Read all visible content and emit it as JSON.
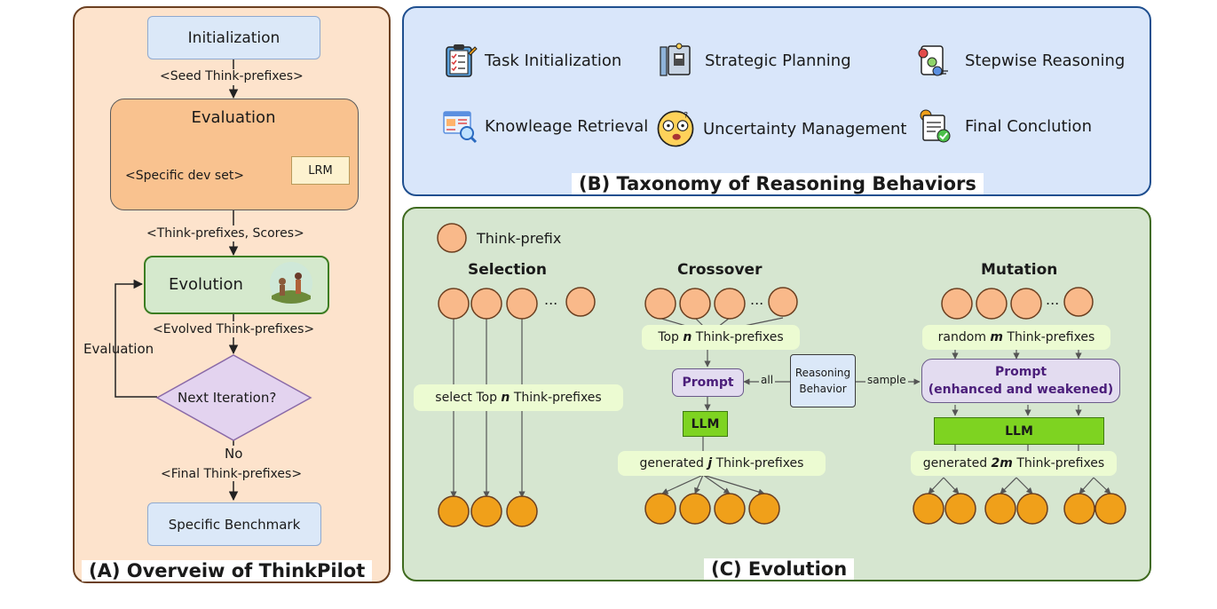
{
  "panel_a": {
    "title": "(A) Overveiw of ThinkPilot",
    "initialization": "Initialization",
    "seed_label": "<Seed Think-prefixes>",
    "evaluation_title": "Evaluation",
    "dev_set": "<Specific dev set>",
    "lrm": "LRM",
    "prefix_scores": "<Think-prefixes, Scores>",
    "evolution": "Evolution",
    "evolved_label": "<Evolved Think-prefixes>",
    "loop_label": "Evaluation",
    "decision": "Next Iteration?",
    "no_label": "No",
    "final_label": "<Final Think-prefixes>",
    "benchmark": "Specific Benchmark"
  },
  "panel_b": {
    "title": "(B) Taxonomy of Reasoning Behaviors",
    "items": [
      {
        "label": "Task Initialization",
        "icon": "clipboard-checklist-icon"
      },
      {
        "label": "Strategic Planning",
        "icon": "planning-board-icon"
      },
      {
        "label": "Stepwise Reasoning",
        "icon": "numbered-steps-icon"
      },
      {
        "label": "Knowleage Retrieval",
        "icon": "search-document-icon"
      },
      {
        "label": "Uncertainty Management",
        "icon": "confused-face-icon"
      },
      {
        "label": "Final Conclution",
        "icon": "approved-document-icon"
      }
    ]
  },
  "panel_c": {
    "title": "(C) Evolution",
    "legend": "Think-prefix",
    "selection": {
      "title": "Selection",
      "ellipsis": "...",
      "select_pre": "select Top ",
      "select_var": "n",
      "select_post": " Think-prefixes"
    },
    "crossover": {
      "title": "Crossover",
      "ellipsis": "...",
      "top_pre": "Top ",
      "top_var": "n",
      "top_post": " Think-prefixes",
      "prompt": "Prompt",
      "llm": "LLM",
      "gen_pre": "generated ",
      "gen_var": "j",
      "gen_post": " Think-prefixes"
    },
    "reasoning_behavior": "Reasoning Behavior",
    "all_label": "all",
    "sample_label": "sample",
    "mutation": {
      "title": "Mutation",
      "ellipsis": "...",
      "rand_pre": "random ",
      "rand_var": "m",
      "rand_post": " Think-prefixes",
      "prompt_line1": "Prompt",
      "prompt_line2": "(enhanced and weakened)",
      "llm": "LLM",
      "gen_pre": "generated ",
      "gen_var": "2m",
      "gen_post": " Think-prefixes"
    }
  },
  "colors": {
    "panel_a_bg": "#fde3cc",
    "panel_a_border": "#6b3f20",
    "panel_b_bg": "#d9e6fa",
    "panel_b_border": "#1f4f8f",
    "panel_c_bg": "#d6e6d0",
    "panel_c_border": "#3f6a1f",
    "node_fill_light": "#f9b98a",
    "node_fill_dark": "#f0a01a",
    "llm_green": "#7ed321",
    "prompt_fill": "#e3dcf0",
    "prompt_text": "#4b1e7a"
  }
}
